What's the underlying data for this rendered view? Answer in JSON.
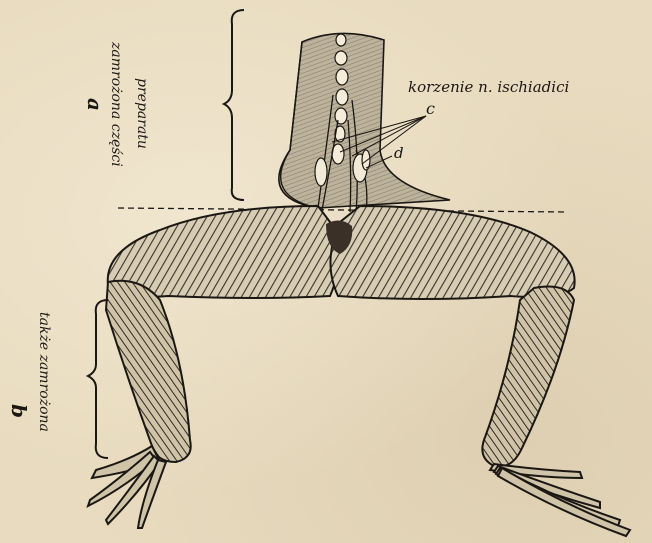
{
  "labels": {
    "a": "a",
    "a_caption_line1": "zamrożona części",
    "a_caption_line2": "preparatu",
    "b": "b",
    "b_caption": "także zamrożona",
    "nerve_roots": "korzenie n. ischiadici",
    "c": "c",
    "d": "d"
  },
  "colors": {
    "paper": "#e8dbbf",
    "ink": "#1b1713",
    "body_fill": "#b9ae98",
    "dark_spot": "#3a3028"
  }
}
